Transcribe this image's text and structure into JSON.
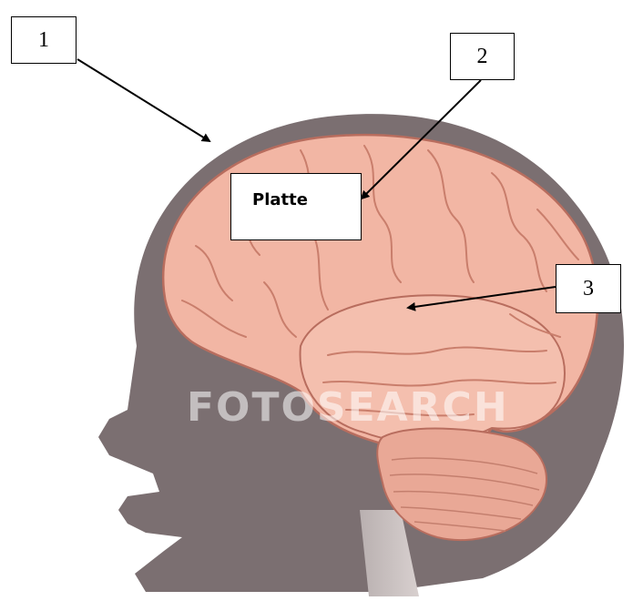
{
  "labels": {
    "one": "1",
    "two": "2",
    "three": "3",
    "platte": "Platte"
  },
  "watermark": "FOTOSEARCH",
  "colors": {
    "skull": "#7b6f71",
    "brain": "#f2b6a4",
    "brain_dark": "#c97e6c",
    "cerebellum": "#e9a896",
    "arrow": "#000000"
  }
}
